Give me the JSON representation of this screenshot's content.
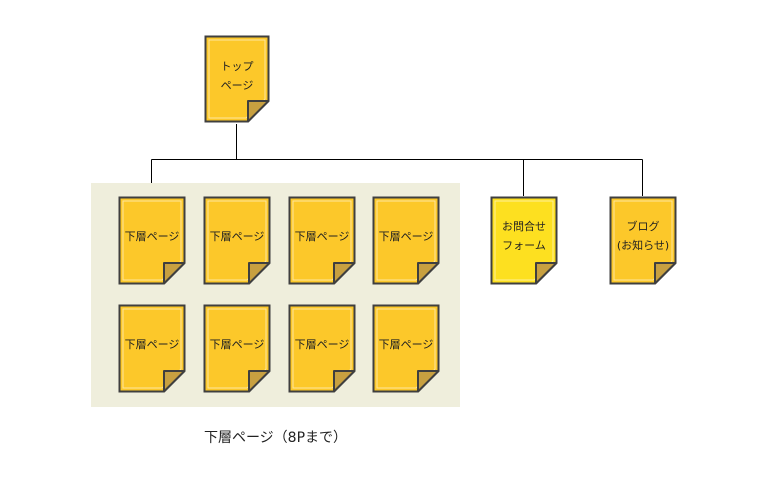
{
  "sitemap": {
    "top": {
      "label": "トップ\nページ"
    },
    "lower_pages": [
      {
        "label": "下層ページ"
      },
      {
        "label": "下層ページ"
      },
      {
        "label": "下層ページ"
      },
      {
        "label": "下層ページ"
      },
      {
        "label": "下層ページ"
      },
      {
        "label": "下層ページ"
      },
      {
        "label": "下層ページ"
      },
      {
        "label": "下層ページ"
      }
    ],
    "group_caption": "下層ページ（8Pまで）",
    "contact": {
      "label": "お問合せ\nフォーム"
    },
    "blog": {
      "label": "ブログ\n(お知らせ)"
    }
  },
  "colors": {
    "page_fill": "#fcc82a",
    "page_fill_light": "#fde020",
    "page_border": "#3f3f3f",
    "fold_fill": "#c8a040",
    "group_bg": "#efeedc",
    "line": "#000000"
  }
}
